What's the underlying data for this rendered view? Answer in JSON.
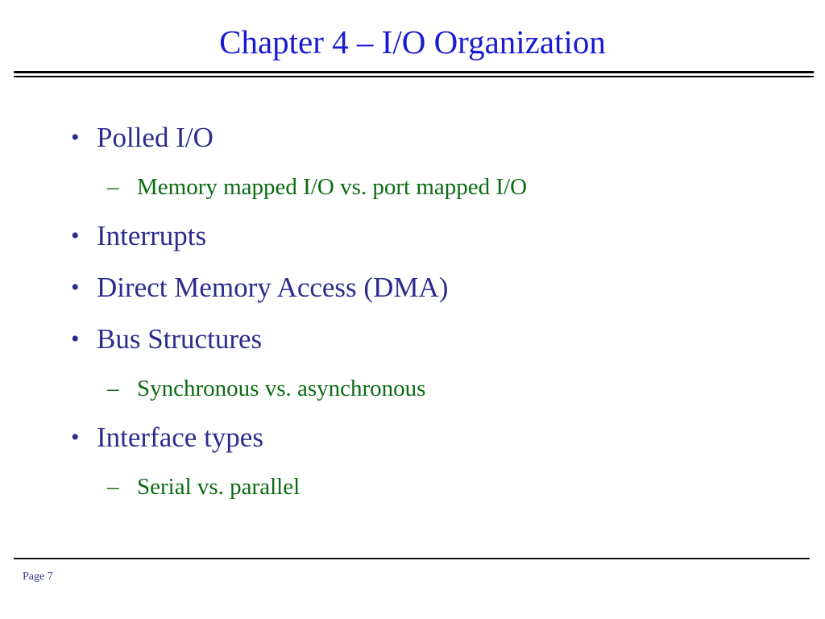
{
  "slide": {
    "title": "Chapter 4 – I/O Organization",
    "title_color": "#1a1ad2",
    "level1_color": "#2c2c8e",
    "level2_color": "#0a6b12",
    "background_color": "#ffffff",
    "bullet_marker": "•",
    "dash_marker": "–",
    "content": [
      {
        "level": 1,
        "marker": "•",
        "text": "Polled I/O"
      },
      {
        "level": 2,
        "marker": "–",
        "text": "Memory mapped I/O vs. port mapped I/O"
      },
      {
        "level": 1,
        "marker": "•",
        "text": "Interrupts"
      },
      {
        "level": 1,
        "marker": "•",
        "text": "Direct Memory Access (DMA)"
      },
      {
        "level": 1,
        "marker": "•",
        "text": "Bus Structures"
      },
      {
        "level": 2,
        "marker": "–",
        "text": "Synchronous vs. asynchronous"
      },
      {
        "level": 1,
        "marker": "•",
        "text": "Interface types"
      },
      {
        "level": 2,
        "marker": "–",
        "text": "Serial vs. parallel"
      }
    ],
    "footer": {
      "page_label": "Page 7"
    }
  }
}
